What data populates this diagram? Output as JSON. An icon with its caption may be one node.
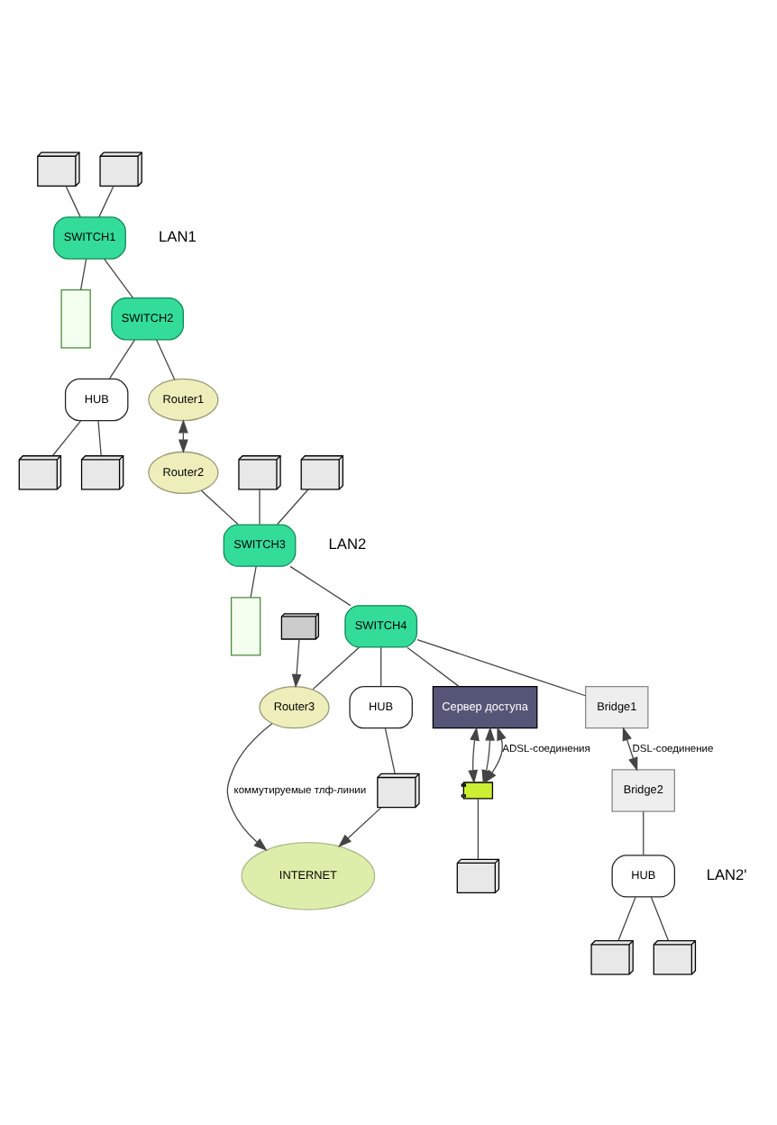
{
  "diagram": {
    "nodes": [
      {
        "text": [],
        "shape": "computer"
      },
      {
        "text": [],
        "shape": "computer"
      },
      {
        "text": [
          "SWITCH1"
        ]
      },
      {
        "text": [],
        "shape": "server"
      },
      {
        "text": [
          "SWITCH2"
        ]
      },
      {
        "text": [
          "HUB"
        ]
      },
      {
        "text": [],
        "shape": "computer"
      },
      {
        "text": [],
        "shape": "computer"
      },
      {
        "text": [
          "Router1"
        ]
      },
      {
        "text": [
          "Router2"
        ]
      },
      {
        "text": [],
        "shape": "computer"
      },
      {
        "text": [],
        "shape": "computer"
      },
      {
        "text": [
          "SWITCH3"
        ]
      },
      {
        "text": [],
        "shape": "server"
      },
      {
        "text": [
          "SWITCH4"
        ]
      },
      {
        "text": [
          "HUB"
        ]
      },
      {
        "text": [
          "Router3"
        ]
      },
      {
        "text": [
          "Сервер доступа"
        ]
      },
      {
        "text": [
          "Bridge1"
        ]
      },
      {
        "text": [],
        "shape": "computer"
      },
      {
        "text": [
          "INTERNET"
        ]
      },
      {
        "text": [],
        "shape": "laptop"
      },
      {
        "text": [],
        "shape": "modem"
      },
      {
        "text": [],
        "shape": "computer"
      },
      {
        "text": [
          "Bridge2"
        ]
      },
      {
        "text": [
          "HUB"
        ]
      },
      {
        "text": [],
        "shape": "computer"
      },
      {
        "text": [],
        "shape": "computer"
      }
    ],
    "edges": [
      {
        "from": 0,
        "to": 2,
        "arrow": "none"
      },
      {
        "from": 1,
        "to": 2,
        "arrow": "none"
      },
      {
        "from": 2,
        "to": 3,
        "arrow": "none"
      },
      {
        "from": 2,
        "to": 4,
        "arrow": "none"
      },
      {
        "from": 4,
        "to": 5,
        "arrow": "none"
      },
      {
        "from": 5,
        "to": 6,
        "arrow": "none"
      },
      {
        "from": 5,
        "to": 7,
        "arrow": "none"
      },
      {
        "from": 4,
        "to": 8,
        "arrow": "none"
      },
      {
        "from": 8,
        "to": 9,
        "arrow": "both"
      },
      {
        "from": 9,
        "to": 12,
        "arrow": "none"
      },
      {
        "from": 10,
        "to": 12,
        "arrow": "none"
      },
      {
        "from": 11,
        "to": 12,
        "arrow": "none"
      },
      {
        "from": 12,
        "to": 13,
        "arrow": "none"
      },
      {
        "from": 12,
        "to": 14,
        "arrow": "none"
      },
      {
        "from": 14,
        "to": 15,
        "arrow": "none"
      },
      {
        "from": 14,
        "to": 16,
        "arrow": "none"
      },
      {
        "from": 14,
        "to": 17,
        "arrow": "none"
      },
      {
        "from": 14,
        "to": 18,
        "arrow": "none"
      },
      {
        "from": 15,
        "to": 19,
        "arrow": "none"
      },
      {
        "from": 19,
        "to": 20,
        "arrow": "to"
      },
      {
        "from": 16,
        "to": 20,
        "arrow": "to",
        "label": "коммутируемые тлф-линии"
      },
      {
        "from": 21,
        "to": 16,
        "arrow": "to"
      },
      {
        "from": 17,
        "to": 22,
        "arrow": "both"
      },
      {
        "from": 17,
        "to": 22,
        "arrow": "both"
      },
      {
        "from": 17,
        "to": 22,
        "arrow": "both",
        "label": "ADSL-соединения"
      },
      {
        "from": 22,
        "to": 23,
        "arrow": "none"
      },
      {
        "from": 18,
        "to": 24,
        "arrow": "both",
        "label": "DSL-соединение"
      },
      {
        "from": 24,
        "to": 25,
        "arrow": "none"
      },
      {
        "from": 25,
        "to": 26,
        "arrow": "none"
      },
      {
        "from": 25,
        "to": 27,
        "arrow": "none"
      }
    ],
    "labels": [
      "LAN1",
      "LAN2",
      "LAN2'"
    ]
  }
}
